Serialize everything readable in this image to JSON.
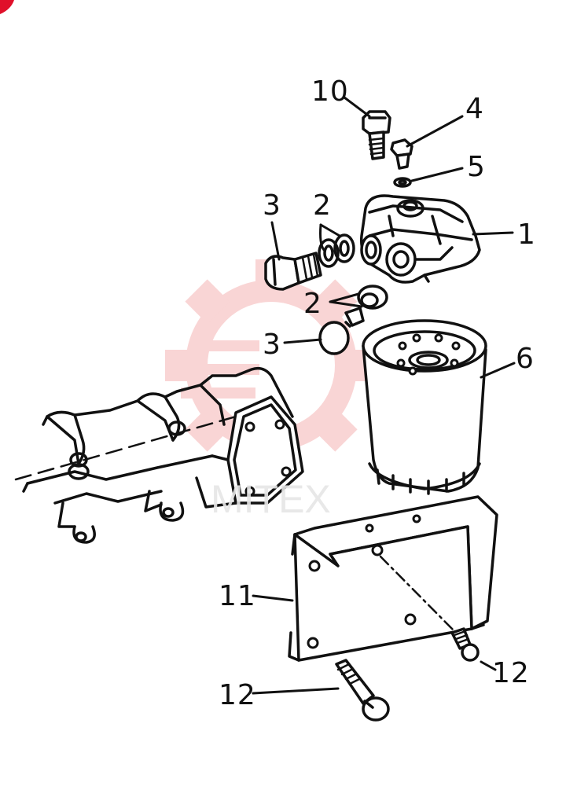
{
  "watermark": {
    "text": "MITEX",
    "color": "#f2b8b8"
  },
  "accent_color": "#e0102a",
  "parts": [
    {
      "id": "callout-1",
      "label": "1"
    },
    {
      "id": "callout-2a",
      "label": "2"
    },
    {
      "id": "callout-2b",
      "label": "2"
    },
    {
      "id": "callout-3a",
      "label": "3"
    },
    {
      "id": "callout-3b",
      "label": "3"
    },
    {
      "id": "callout-4",
      "label": "4"
    },
    {
      "id": "callout-5",
      "label": "5"
    },
    {
      "id": "callout-6",
      "label": "6"
    },
    {
      "id": "callout-10",
      "label": "10"
    },
    {
      "id": "callout-11",
      "label": "11"
    },
    {
      "id": "callout-12a",
      "label": "12"
    },
    {
      "id": "callout-12b",
      "label": "12"
    }
  ]
}
